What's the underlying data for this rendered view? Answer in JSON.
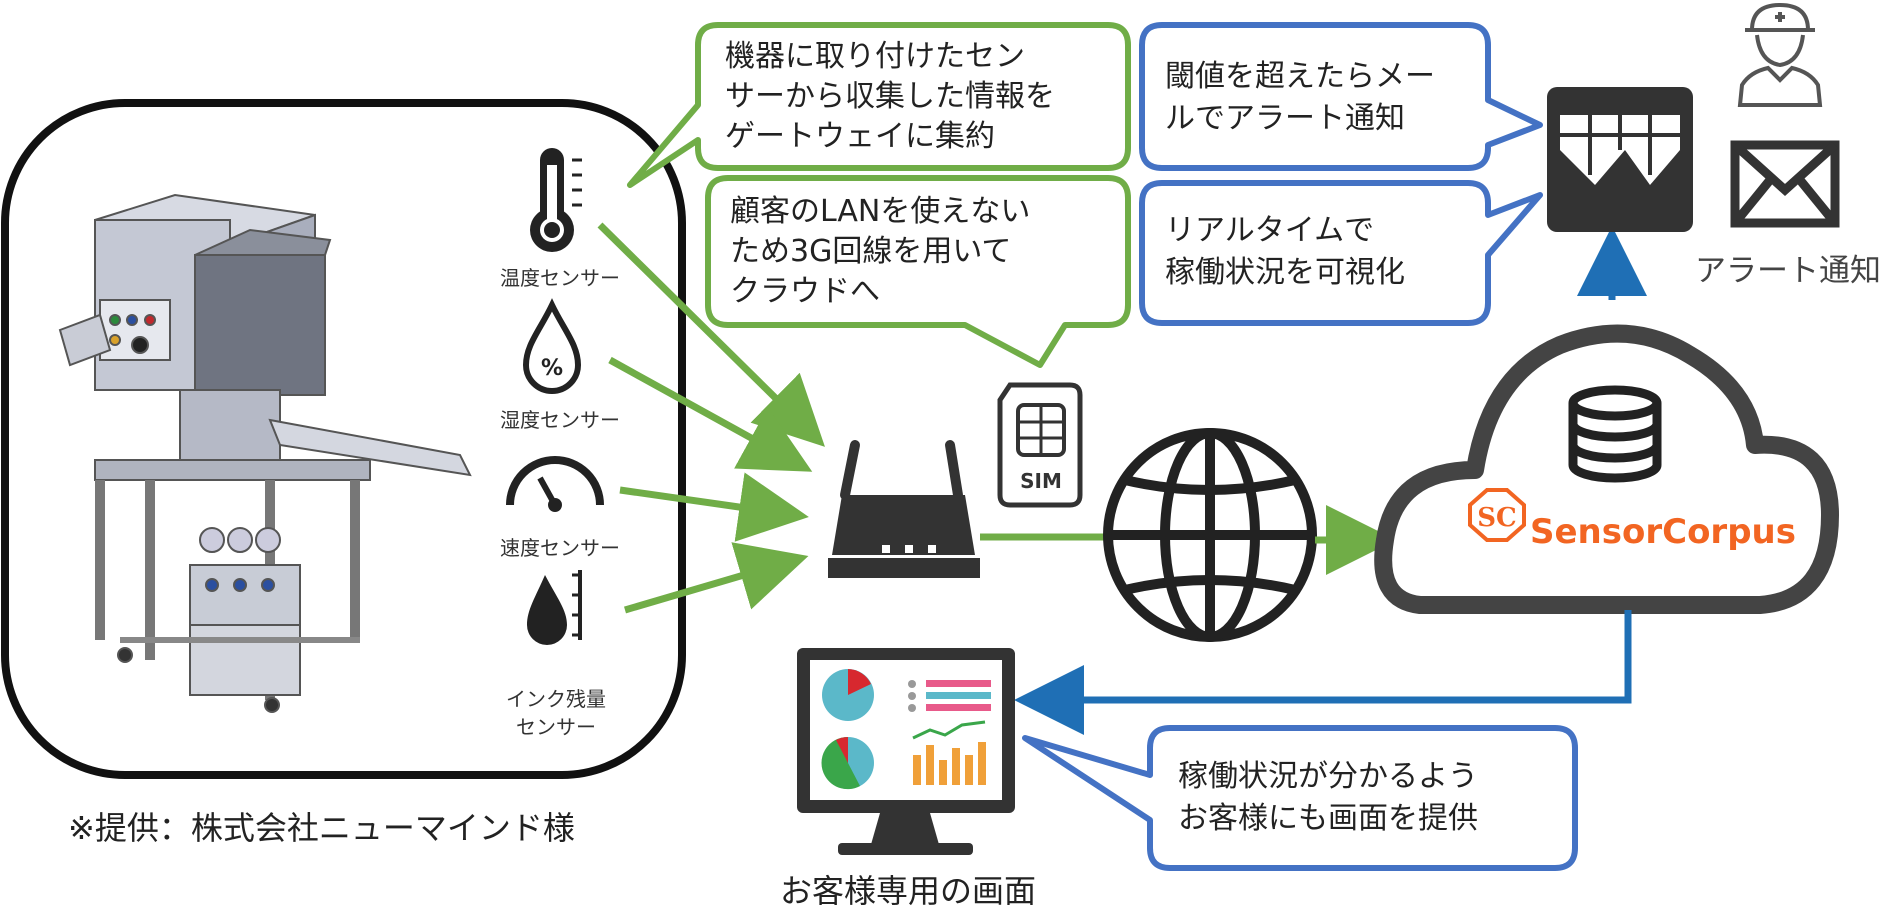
{
  "sensors": [
    {
      "label": "温度センサー",
      "icon": "thermometer-icon"
    },
    {
      "label": "湿度センサー",
      "icon": "humidity-drop-icon"
    },
    {
      "label": "速度センサー",
      "icon": "speedometer-icon"
    },
    {
      "label": "インク残量\nセンサー",
      "icon": "ink-level-icon"
    }
  ],
  "machine_caption": "※提供：株式会社ニューマインド様",
  "bubbles": {
    "collect": [
      "機器に取り付けたセン",
      "サーから収集した情報を",
      "ゲートウェイに集約"
    ],
    "network": [
      "顧客のLANを使えない",
      "ため3G回線を用いて",
      "クラウドへ"
    ],
    "mail": [
      "閾値を超えたらメー",
      "ルでアラート通知"
    ],
    "realtime": [
      "リアルタイムで",
      "稼働状況を可視化"
    ],
    "screen": [
      "稼働状況が分かるよう",
      "お客様にも画面を提供"
    ]
  },
  "sim_label": "SIM",
  "cloud_brand": "SensorCorpus",
  "alert_label": "アラート通知",
  "monitor_caption": "お客様専用の画面",
  "colors": {
    "green": "#70ad47",
    "blue": "#4472c4",
    "arrow_blue": "#1f6fb5",
    "icon_dark": "#333333",
    "brand_orange": "#f26522"
  }
}
